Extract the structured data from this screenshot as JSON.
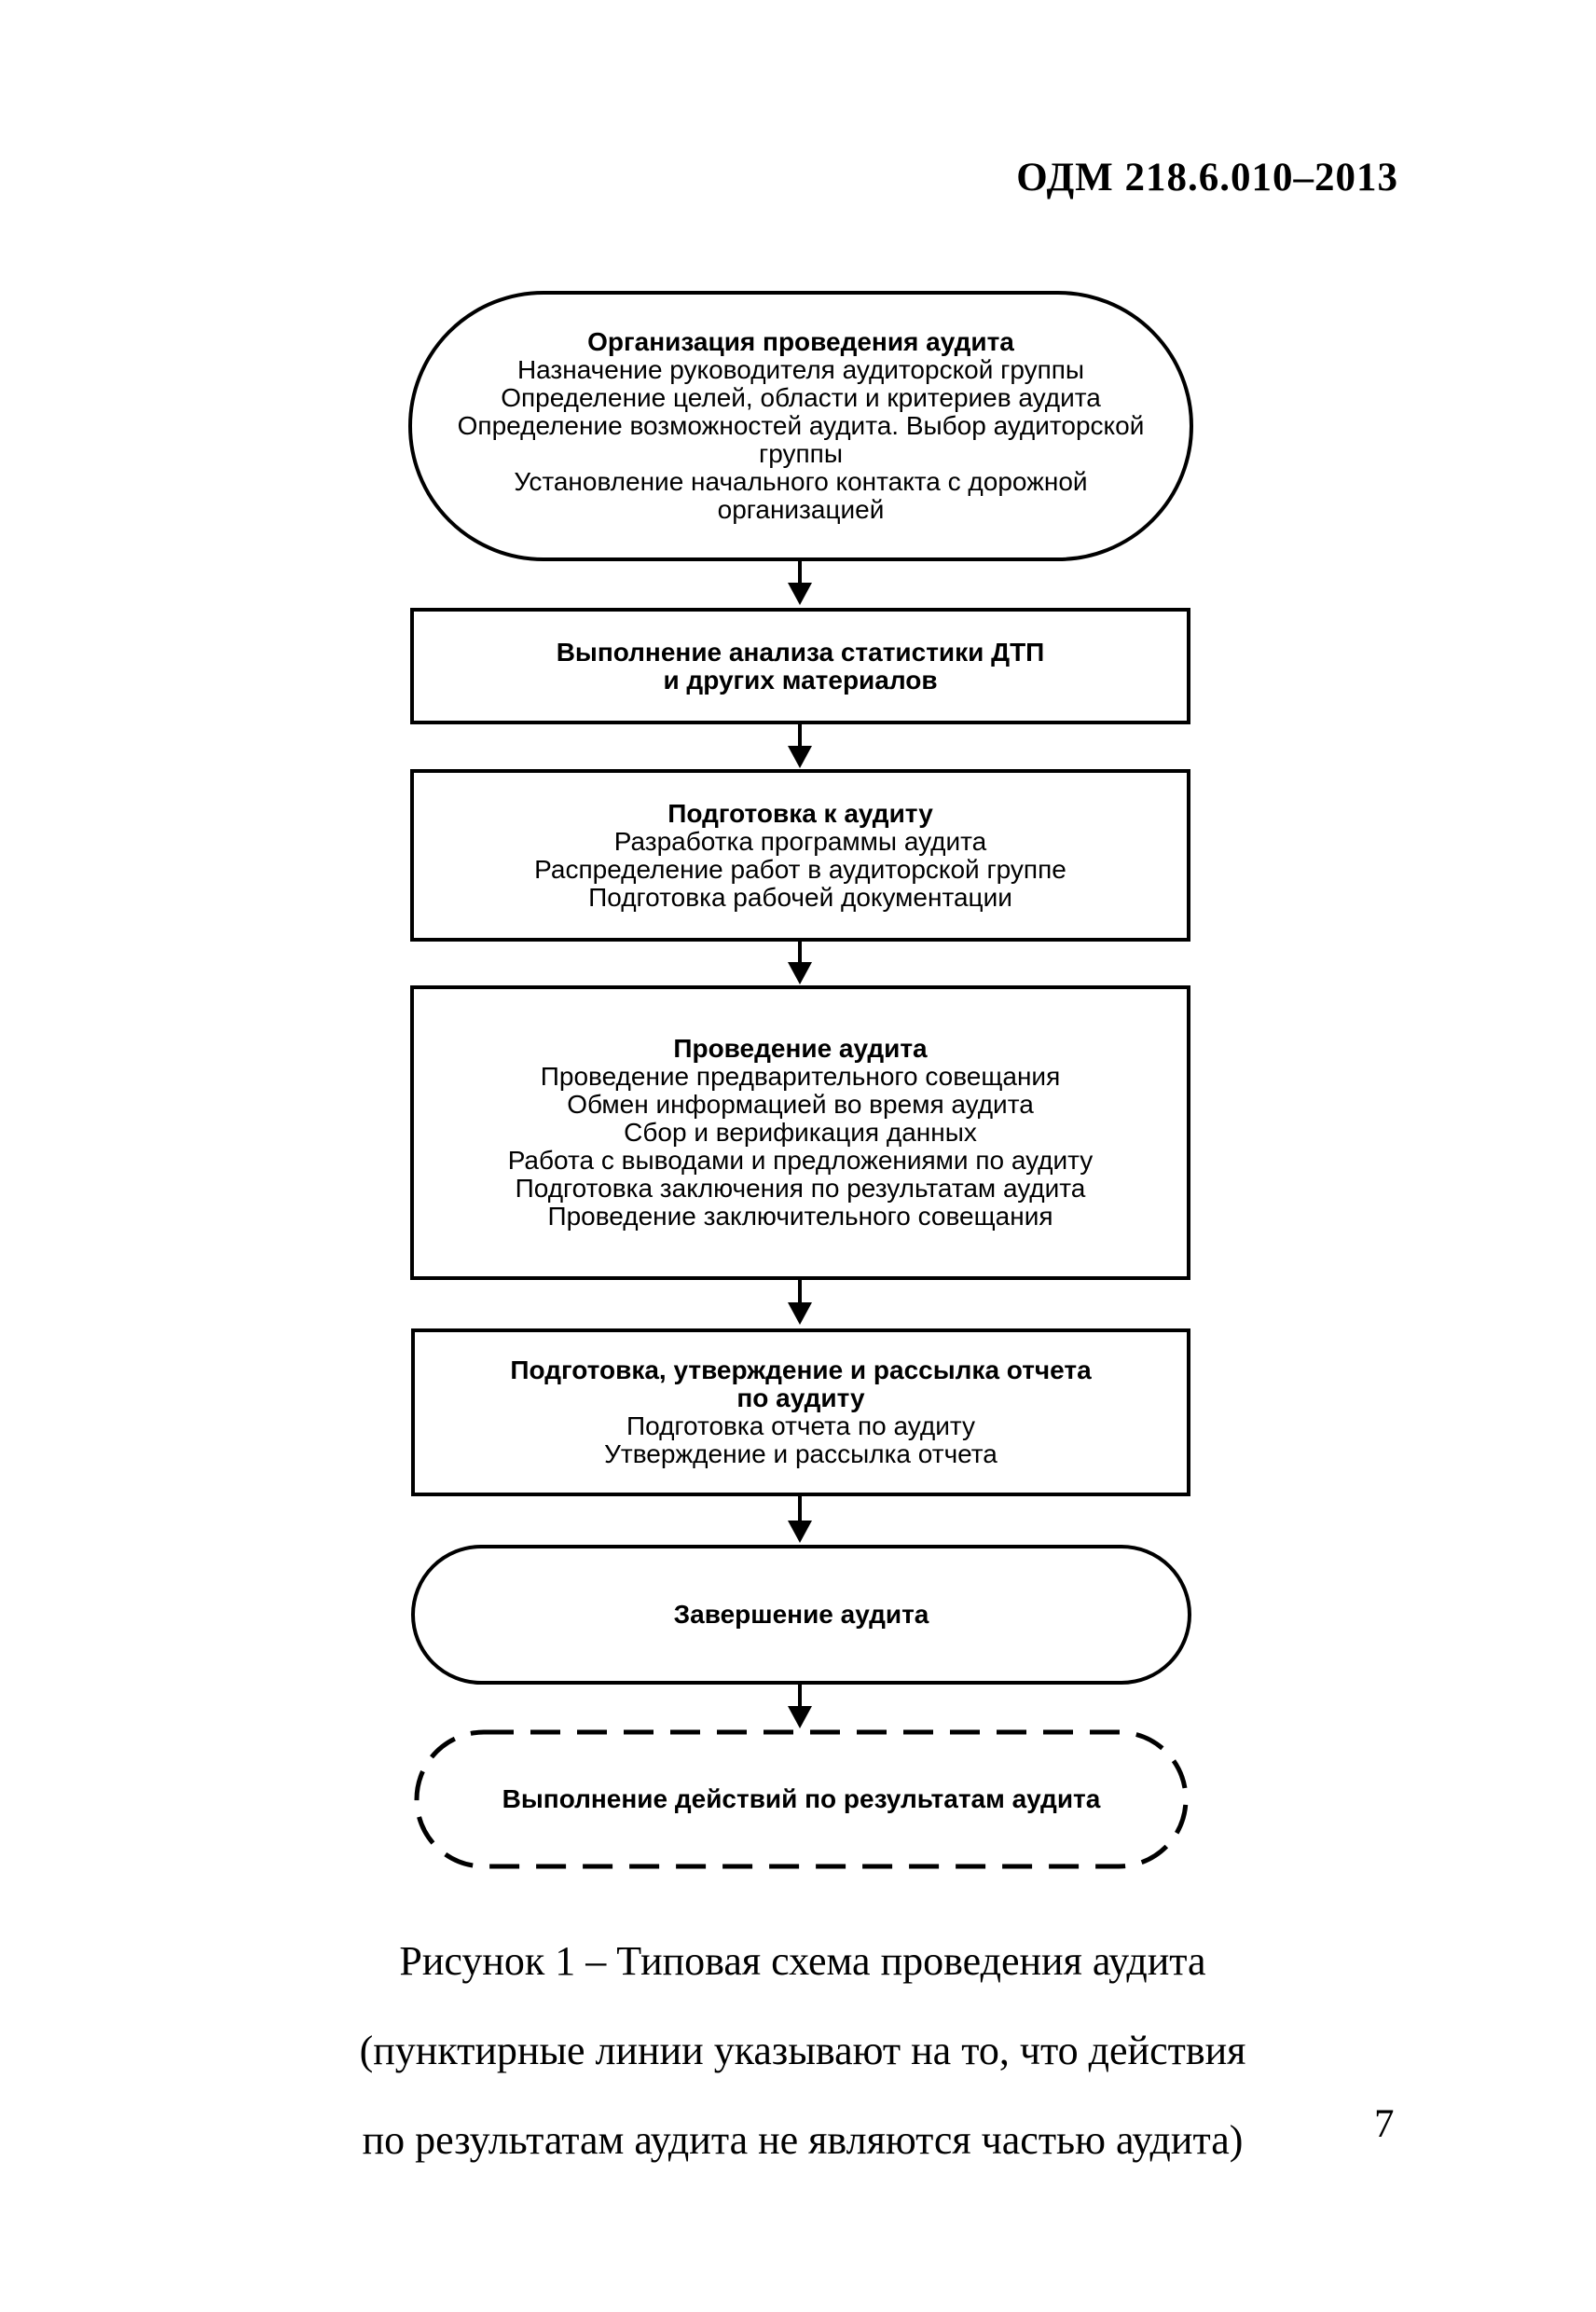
{
  "document": {
    "code": "ОДМ 218.6.010–2013",
    "page_number": "7"
  },
  "flowchart": {
    "nodes": [
      {
        "shape": "stadium",
        "border": "solid",
        "title_lines": [
          "Организация проведения аудита"
        ],
        "body_lines": [
          "Назначение руководителя аудиторской группы",
          "Определение целей, области и критериев аудита",
          "Определение возможностей аудита. Выбор аудиторской",
          "группы",
          "Установление начального контакта с дорожной",
          "организацией"
        ]
      },
      {
        "shape": "rect",
        "border": "solid",
        "title_lines": [
          "Выполнение анализа статистики ДТП",
          "и других материалов"
        ],
        "body_lines": []
      },
      {
        "shape": "rect",
        "border": "solid",
        "title_lines": [
          "Подготовка к аудиту"
        ],
        "body_lines": [
          "Разработка программы аудита",
          "Распределение работ в аудиторской группе",
          "Подготовка рабочей документации"
        ]
      },
      {
        "shape": "rect",
        "border": "solid",
        "title_lines": [
          "Проведение аудита"
        ],
        "body_lines": [
          "Проведение предварительного совещания",
          "Обмен информацией во время аудита",
          "Сбор и верификация данных",
          "Работа с выводами и предложениями по аудиту",
          "Подготовка заключения по результатам аудита",
          "Проведение заключительного совещания"
        ]
      },
      {
        "shape": "rect",
        "border": "solid",
        "title_lines": [
          "Подготовка, утверждение и рассылка отчета",
          "по аудиту"
        ],
        "body_lines": [
          "Подготовка отчета по аудиту",
          "Утверждение и рассылка отчета"
        ]
      },
      {
        "shape": "stadium",
        "border": "solid",
        "title_lines": [
          "Завершение аудита"
        ],
        "body_lines": []
      },
      {
        "shape": "stadium",
        "border": "dashed",
        "title_lines": [
          "Выполнение действий по результатам аудита"
        ],
        "body_lines": []
      }
    ]
  },
  "caption": {
    "lines": [
      "Рисунок 1 – Типовая схема проведения аудита",
      "(пунктирные линии указывают на то, что действия",
      "по результатам аудита не являются частью аудита)"
    ]
  },
  "colors": {
    "ink": "#000000",
    "paper": "#ffffff"
  }
}
